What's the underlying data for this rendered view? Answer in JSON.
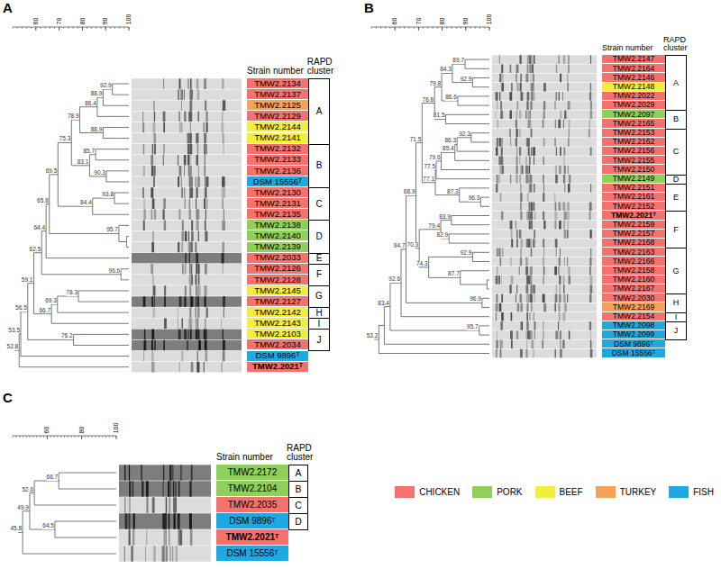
{
  "diagram": {
    "nodes": [
      {
        "text": [
          "TMW2.2134"
        ]
      },
      {
        "text": [
          "TMW2.2137"
        ]
      },
      {
        "text": [
          "TMW2.2125"
        ]
      },
      {
        "text": [
          "TMW2.2129"
        ]
      },
      {
        "text": [
          "TMW2.2144"
        ]
      },
      {
        "text": [
          "TMW2.2141"
        ]
      },
      {
        "text": [
          "TMW2.2132"
        ]
      },
      {
        "text": [
          "TMW2.2133"
        ]
      },
      {
        "text": [
          "TMW2.2136"
        ]
      },
      {
        "text": [
          "DSM 15556ᵀ"
        ]
      },
      {
        "text": [
          "TMW2.2130"
        ]
      },
      {
        "text": [
          "TMW2.2131"
        ]
      },
      {
        "text": [
          "TMW2.2135"
        ]
      },
      {
        "text": [
          "TMW2.2138"
        ]
      },
      {
        "text": [
          "TMW2.2140"
        ]
      },
      {
        "text": [
          "TMW2.2139"
        ]
      },
      {
        "text": [
          "TMW2.2033"
        ]
      },
      {
        "text": [
          "TMW2.2126"
        ]
      },
      {
        "text": [
          "TMW2.2128"
        ]
      },
      {
        "text": [
          "TMW2.2145"
        ]
      },
      {
        "text": [
          "TMW2.2127"
        ]
      },
      {
        "text": [
          "TMW2.2142"
        ]
      },
      {
        "text": [
          "TMW2.2143"
        ]
      },
      {
        "text": [
          "TMW2.2103"
        ]
      },
      {
        "text": [
          "TMW2.2034"
        ]
      },
      {
        "text": [
          "DSM 9896ᵀ"
        ]
      },
      {
        "text": [
          "TMW2.2021ᵀ"
        ]
      },
      {
        "text": [
          "A"
        ]
      },
      {
        "text": [
          "B"
        ]
      },
      {
        "text": [
          "C"
        ]
      },
      {
        "text": [
          "D"
        ]
      },
      {
        "text": [
          "E"
        ]
      },
      {
        "text": [
          "F"
        ]
      },
      {
        "text": [
          "G"
        ]
      },
      {
        "text": [
          "H"
        ]
      },
      {
        "text": [
          "I"
        ]
      },
      {
        "text": [
          "J"
        ]
      },
      {
        "text": [
          "TMW2.2147"
        ]
      },
      {
        "text": [
          "TMW2.2164"
        ]
      },
      {
        "text": [
          "TMW2.2146"
        ]
      },
      {
        "text": [
          "TMW2.2148"
        ]
      },
      {
        "text": [
          "TMW2.2022"
        ]
      },
      {
        "text": [
          "TMW2.2029"
        ]
      },
      {
        "text": [
          "TMW2.2097"
        ]
      },
      {
        "text": [
          "TMW2.2165"
        ]
      },
      {
        "text": [
          "TMW2.2153"
        ]
      },
      {
        "text": [
          "TMW2.2162"
        ]
      },
      {
        "text": [
          "TMW2.2156"
        ]
      },
      {
        "text": [
          "TMW2.2155"
        ]
      },
      {
        "text": [
          "TMW2.2150"
        ]
      },
      {
        "text": [
          "TMW2.2149"
        ]
      },
      {
        "text": [
          "TMW2.2151"
        ]
      },
      {
        "text": [
          "TMW2.2161"
        ]
      },
      {
        "text": [
          "TMW2.2152"
        ]
      },
      {
        "text": [
          "TMW2.2021ᵀ"
        ]
      },
      {
        "text": [
          "TMW2.2159"
        ]
      },
      {
        "text": [
          "TMW2.2157"
        ]
      },
      {
        "text": [
          "TMW2.2168"
        ]
      },
      {
        "text": [
          "TMW2.2163"
        ]
      },
      {
        "text": [
          "TMW2.2166"
        ]
      },
      {
        "text": [
          "TMW2.2158"
        ]
      },
      {
        "text": [
          "TMW2.2160"
        ]
      },
      {
        "text": [
          "TMW2.2167"
        ]
      },
      {
        "text": [
          "TMW2.2030"
        ]
      },
      {
        "text": [
          "TMW2.2169"
        ]
      },
      {
        "text": [
          "TMW2.2154"
        ]
      },
      {
        "text": [
          "TMW2.2098"
        ]
      },
      {
        "text": [
          "TMW2.2099"
        ]
      },
      {
        "text": [
          "DSM 9896ᵀ"
        ]
      },
      {
        "text": [
          "DSM 15556ᵀ"
        ]
      },
      {
        "text": [
          "A"
        ]
      },
      {
        "text": [
          "B"
        ]
      },
      {
        "text": [
          "C"
        ]
      },
      {
        "text": [
          "D"
        ]
      },
      {
        "text": [
          "E"
        ]
      },
      {
        "text": [
          "F"
        ]
      },
      {
        "text": [
          "G"
        ]
      },
      {
        "text": [
          "H"
        ]
      },
      {
        "text": [
          "I"
        ]
      },
      {
        "text": [
          "J"
        ]
      },
      {
        "text": [
          "TMW2.2172"
        ]
      },
      {
        "text": [
          "TMW2.2104"
        ]
      },
      {
        "text": [
          "TMW2.2035"
        ]
      },
      {
        "text": [
          "DSM 9896ᵀ"
        ]
      },
      {
        "text": [
          "TMW2.2021ᵀ"
        ]
      },
      {
        "text": [
          "DSM 15556ᵀ"
        ]
      },
      {
        "text": [
          "A"
        ]
      },
      {
        "text": [
          "B"
        ]
      },
      {
        "text": [
          "C"
        ]
      },
      {
        "text": [
          "D"
        ]
      }
    ],
    "labels": [
      "A",
      "Strain number",
      "RAPD cluster",
      "60",
      "70",
      "80",
      "90",
      "100",
      "92.9",
      "88.9",
      "86.4",
      "78.9",
      "88.9",
      "75.3",
      "85.7",
      "83.1",
      "90.3",
      "69.5",
      "93.8",
      "84.4",
      "65.8",
      "95.7",
      "64.4",
      "62.5",
      "96.6",
      "59.1",
      "78.3",
      "69.3",
      "66.7",
      "56.5",
      "76.2",
      "53.5",
      "52.8",
      "B",
      "Strain number",
      "RAPD cluster",
      "60",
      "70",
      "80",
      "90",
      "100",
      "89.7",
      "84.3",
      "92.9",
      "79.8",
      "86.6",
      "76.8",
      "81.5",
      "92.3",
      "86.3",
      "85.4",
      "79.6",
      "77.5",
      "77.1",
      "96.3",
      "87.3",
      "71.5",
      "83.9",
      "82.9",
      "79.4",
      "92.9",
      "68.9",
      "87.7",
      "74.3",
      "70.3",
      "96.9",
      "94.7",
      "92.6",
      "95.7",
      "83.4",
      "53.2",
      "C",
      "Strain number",
      "RAPD cluster",
      "60",
      "80",
      "100",
      "66.7",
      "52.6",
      "49.9",
      "64.5",
      "45.8"
    ],
    "legend": [
      {
        "text": "CHICKEN",
        "color": "#f4726e"
      },
      {
        "text": "PORK",
        "color": "#8fcf5b"
      },
      {
        "text": "BEEF",
        "color": "#f3ee3d"
      },
      {
        "text": "TURKEY",
        "color": "#f5a35a"
      },
      {
        "text": "FISH",
        "color": "#20a8e0"
      }
    ]
  }
}
